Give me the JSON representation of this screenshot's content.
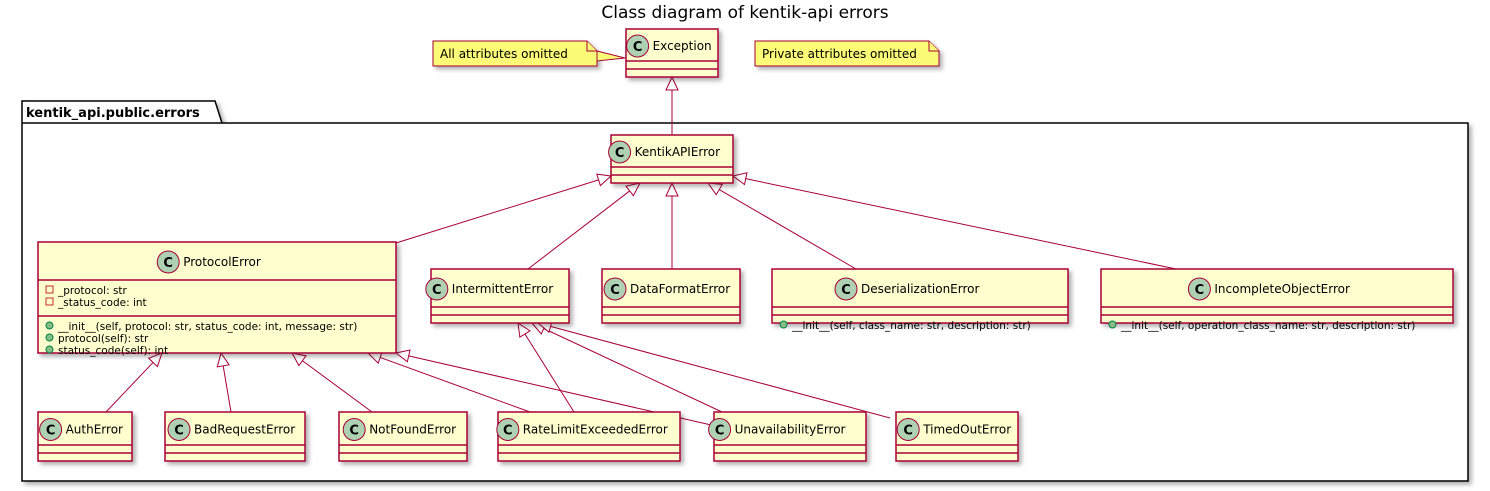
{
  "title": "Class diagram of kentik-api errors",
  "colors": {
    "class_fill": "#FEFECE",
    "class_border": "#A80036",
    "note_fill": "#FBFB77",
    "circle_fill": "#ADD1B2",
    "package_border": "#000000"
  },
  "package": {
    "name": "kentik_api.public.errors"
  },
  "notes": [
    {
      "id": "note-all",
      "text": "All attributes omitted"
    },
    {
      "id": "note-private",
      "text": "Private attributes omitted"
    }
  ],
  "classes": [
    {
      "id": "Exception",
      "stereotype": "C",
      "name": "Exception",
      "attributes": [],
      "methods": []
    },
    {
      "id": "KentikAPIError",
      "stereotype": "C",
      "name": "KentikAPIError",
      "attributes": [],
      "methods": []
    },
    {
      "id": "ProtocolError",
      "stereotype": "C",
      "name": "ProtocolError",
      "attributes": [
        {
          "visibility": "private",
          "text": "_protocol: str"
        },
        {
          "visibility": "private",
          "text": "_status_code: int"
        }
      ],
      "methods": [
        {
          "visibility": "public",
          "text": "__init__(self, protocol: str, status_code: int, message: str)"
        },
        {
          "visibility": "public",
          "text": "protocol(self): str"
        },
        {
          "visibility": "public",
          "text": "status_code(self): int"
        }
      ]
    },
    {
      "id": "IntermittentError",
      "stereotype": "C",
      "name": "IntermittentError",
      "attributes": [],
      "methods": []
    },
    {
      "id": "DataFormatError",
      "stereotype": "C",
      "name": "DataFormatError",
      "attributes": [],
      "methods": []
    },
    {
      "id": "DeserializationError",
      "stereotype": "C",
      "name": "DeserializationError",
      "attributes": [],
      "methods": [
        {
          "visibility": "public",
          "text": "__init__(self, class_name: str, description: str)"
        }
      ]
    },
    {
      "id": "IncompleteObjectError",
      "stereotype": "C",
      "name": "IncompleteObjectError",
      "attributes": [],
      "methods": [
        {
          "visibility": "public",
          "text": "__init__(self, operation_class_name: str, description: str)"
        }
      ]
    },
    {
      "id": "AuthError",
      "stereotype": "C",
      "name": "AuthError",
      "attributes": [],
      "methods": []
    },
    {
      "id": "BadRequestError",
      "stereotype": "C",
      "name": "BadRequestError",
      "attributes": [],
      "methods": []
    },
    {
      "id": "NotFoundError",
      "stereotype": "C",
      "name": "NotFoundError",
      "attributes": [],
      "methods": []
    },
    {
      "id": "RateLimitExceededError",
      "stereotype": "C",
      "name": "RateLimitExceededError",
      "attributes": [],
      "methods": []
    },
    {
      "id": "UnavailabilityError",
      "stereotype": "C",
      "name": "UnavailabilityError",
      "attributes": [],
      "methods": []
    },
    {
      "id": "TimedOutError",
      "stereotype": "C",
      "name": "TimedOutError",
      "attributes": [],
      "methods": []
    }
  ],
  "inheritance": [
    {
      "child": "KentikAPIError",
      "parent": "Exception"
    },
    {
      "child": "ProtocolError",
      "parent": "KentikAPIError"
    },
    {
      "child": "IntermittentError",
      "parent": "KentikAPIError"
    },
    {
      "child": "DataFormatError",
      "parent": "KentikAPIError"
    },
    {
      "child": "DeserializationError",
      "parent": "KentikAPIError"
    },
    {
      "child": "IncompleteObjectError",
      "parent": "KentikAPIError"
    },
    {
      "child": "AuthError",
      "parent": "ProtocolError"
    },
    {
      "child": "BadRequestError",
      "parent": "ProtocolError"
    },
    {
      "child": "NotFoundError",
      "parent": "ProtocolError"
    },
    {
      "child": "RateLimitExceededError",
      "parent": "ProtocolError"
    },
    {
      "child": "UnavailabilityError",
      "parent": "ProtocolError"
    },
    {
      "child": "RateLimitExceededError",
      "parent": "IntermittentError"
    },
    {
      "child": "UnavailabilityError",
      "parent": "IntermittentError"
    },
    {
      "child": "TimedOutError",
      "parent": "IntermittentError"
    }
  ]
}
